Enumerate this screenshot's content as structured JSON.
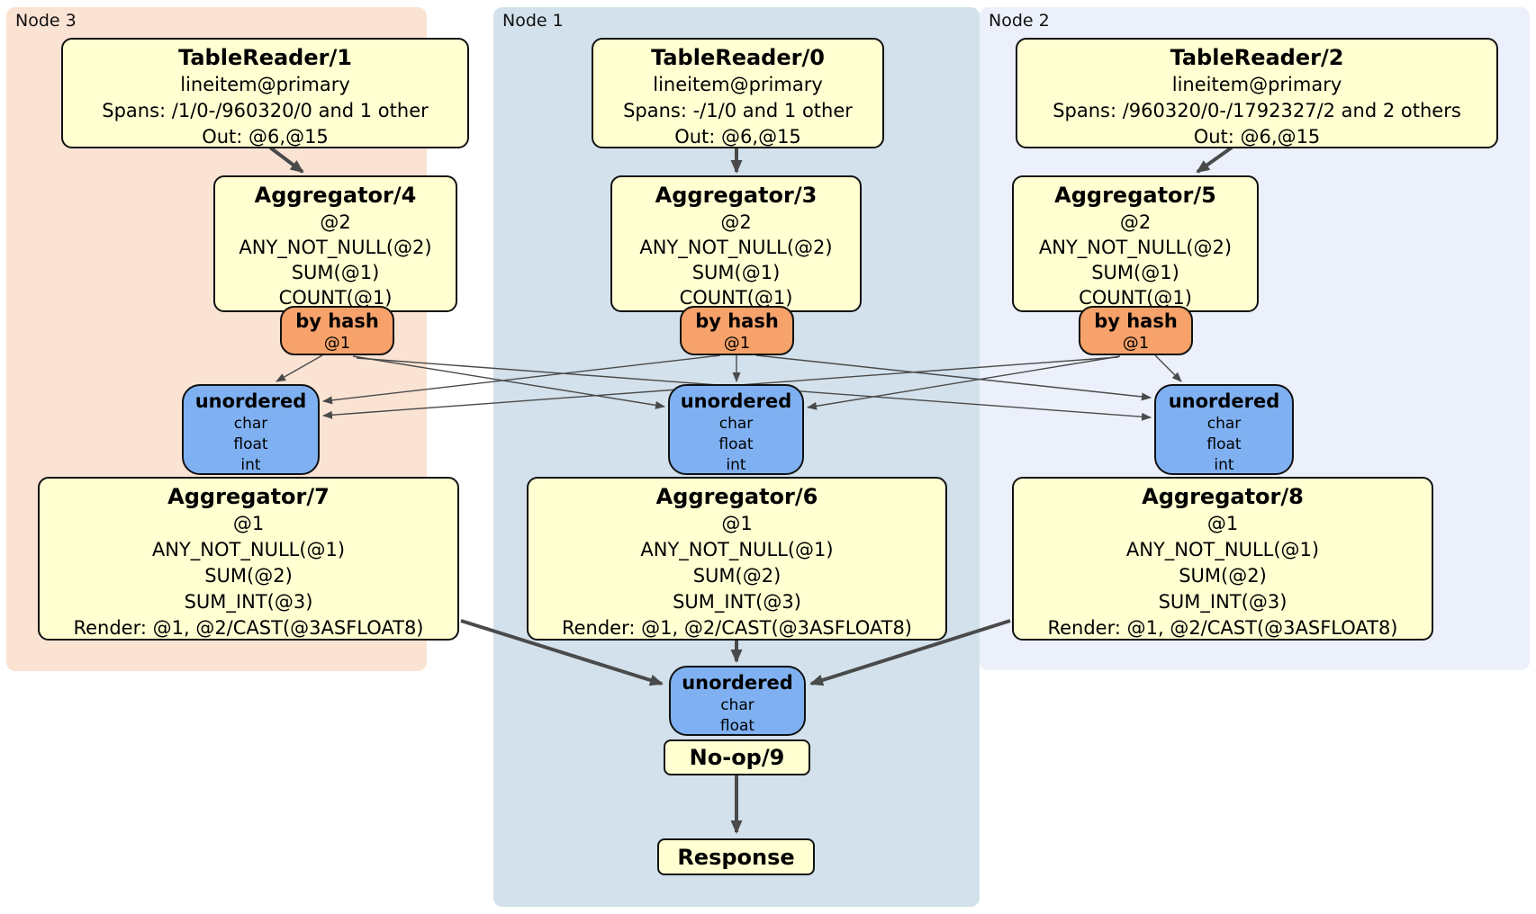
{
  "colors": {
    "node3": "#FBE3D4",
    "node1": "#D2E1EB",
    "node2": "#EBF0FA",
    "box": "#FFFFD2",
    "hash": "#F7A26A",
    "sync": "#7FB1F2",
    "border": "#111111",
    "edge": "#4A4A4A",
    "text": "#000000"
  },
  "panels": {
    "node3": {
      "label": "Node 3"
    },
    "node1": {
      "label": "Node 1"
    },
    "node2": {
      "label": "Node 2"
    }
  },
  "processors": {
    "tr1": {
      "title": "TableReader/1",
      "lines": [
        "lineitem@primary",
        "Spans: /1/0-/960320/0 and 1 other",
        "Out: @6,@15"
      ]
    },
    "tr0": {
      "title": "TableReader/0",
      "lines": [
        "lineitem@primary",
        "Spans: -/1/0 and 1 other",
        "Out: @6,@15"
      ]
    },
    "tr2": {
      "title": "TableReader/2",
      "lines": [
        "lineitem@primary",
        "Spans: /960320/0-/1792327/2 and 2 others",
        "Out: @6,@15"
      ]
    },
    "agg4": {
      "title": "Aggregator/4",
      "lines": [
        "@2",
        "ANY_NOT_NULL(@2)",
        "SUM(@1)",
        "COUNT(@1)"
      ]
    },
    "agg3": {
      "title": "Aggregator/3",
      "lines": [
        "@2",
        "ANY_NOT_NULL(@2)",
        "SUM(@1)",
        "COUNT(@1)"
      ]
    },
    "agg5": {
      "title": "Aggregator/5",
      "lines": [
        "@2",
        "ANY_NOT_NULL(@2)",
        "SUM(@1)",
        "COUNT(@1)"
      ]
    },
    "agg7": {
      "title": "Aggregator/7",
      "lines": [
        "@1",
        "ANY_NOT_NULL(@1)",
        "SUM(@2)",
        "SUM_INT(@3)",
        "Render: @1, @2/CAST(@3ASFLOAT8)"
      ]
    },
    "agg6": {
      "title": "Aggregator/6",
      "lines": [
        "@1",
        "ANY_NOT_NULL(@1)",
        "SUM(@2)",
        "SUM_INT(@3)",
        "Render: @1, @2/CAST(@3ASFLOAT8)"
      ]
    },
    "agg8": {
      "title": "Aggregator/8",
      "lines": [
        "@1",
        "ANY_NOT_NULL(@1)",
        "SUM(@2)",
        "SUM_INT(@3)",
        "Render: @1, @2/CAST(@3ASFLOAT8)"
      ]
    },
    "noop": {
      "title": "No-op/9"
    },
    "response": {
      "title": "Response"
    }
  },
  "routers": {
    "hash_node3": {
      "title": "by hash",
      "detail": "@1"
    },
    "hash_node1": {
      "title": "by hash",
      "detail": "@1"
    },
    "hash_node2": {
      "title": "by hash",
      "detail": "@1"
    }
  },
  "syncs": {
    "sync_node3": {
      "title": "unordered",
      "lines": [
        "char",
        "float",
        "int"
      ]
    },
    "sync_node1": {
      "title": "unordered",
      "lines": [
        "char",
        "float",
        "int"
      ]
    },
    "sync_node2": {
      "title": "unordered",
      "lines": [
        "char",
        "float",
        "int"
      ]
    },
    "sync_final": {
      "title": "unordered",
      "lines": [
        "char",
        "float"
      ]
    }
  }
}
